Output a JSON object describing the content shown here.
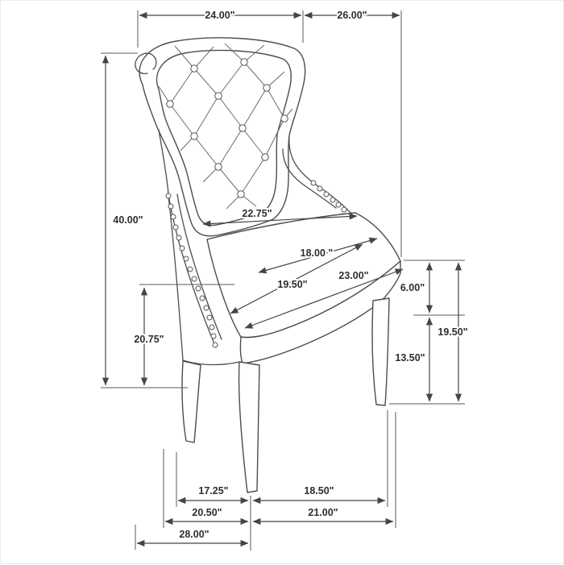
{
  "colors": {
    "line": "#4a4a4a",
    "text": "#2e2e2e",
    "background": "#ffffff"
  },
  "dimensions": {
    "top_left": "24.00\"",
    "top_right": "26.00\"",
    "left_height": "40.00\"",
    "left_lower": "20.75\"",
    "seat_upper": "22.75\"",
    "seat_mid_upper": "18.00 \"",
    "seat_mid_lower": "23.00\"",
    "seat_lower": "19.50\"",
    "right_upper": "6.00\"",
    "right_mid": "13.50\"",
    "right_outer": "19.50\"",
    "bottom_row1_left": "17.25\"",
    "bottom_row1_right": "18.50\"",
    "bottom_row2_left": "20.50\"",
    "bottom_row2_right": "21.00\"",
    "bottom_row3": "28.00\""
  }
}
